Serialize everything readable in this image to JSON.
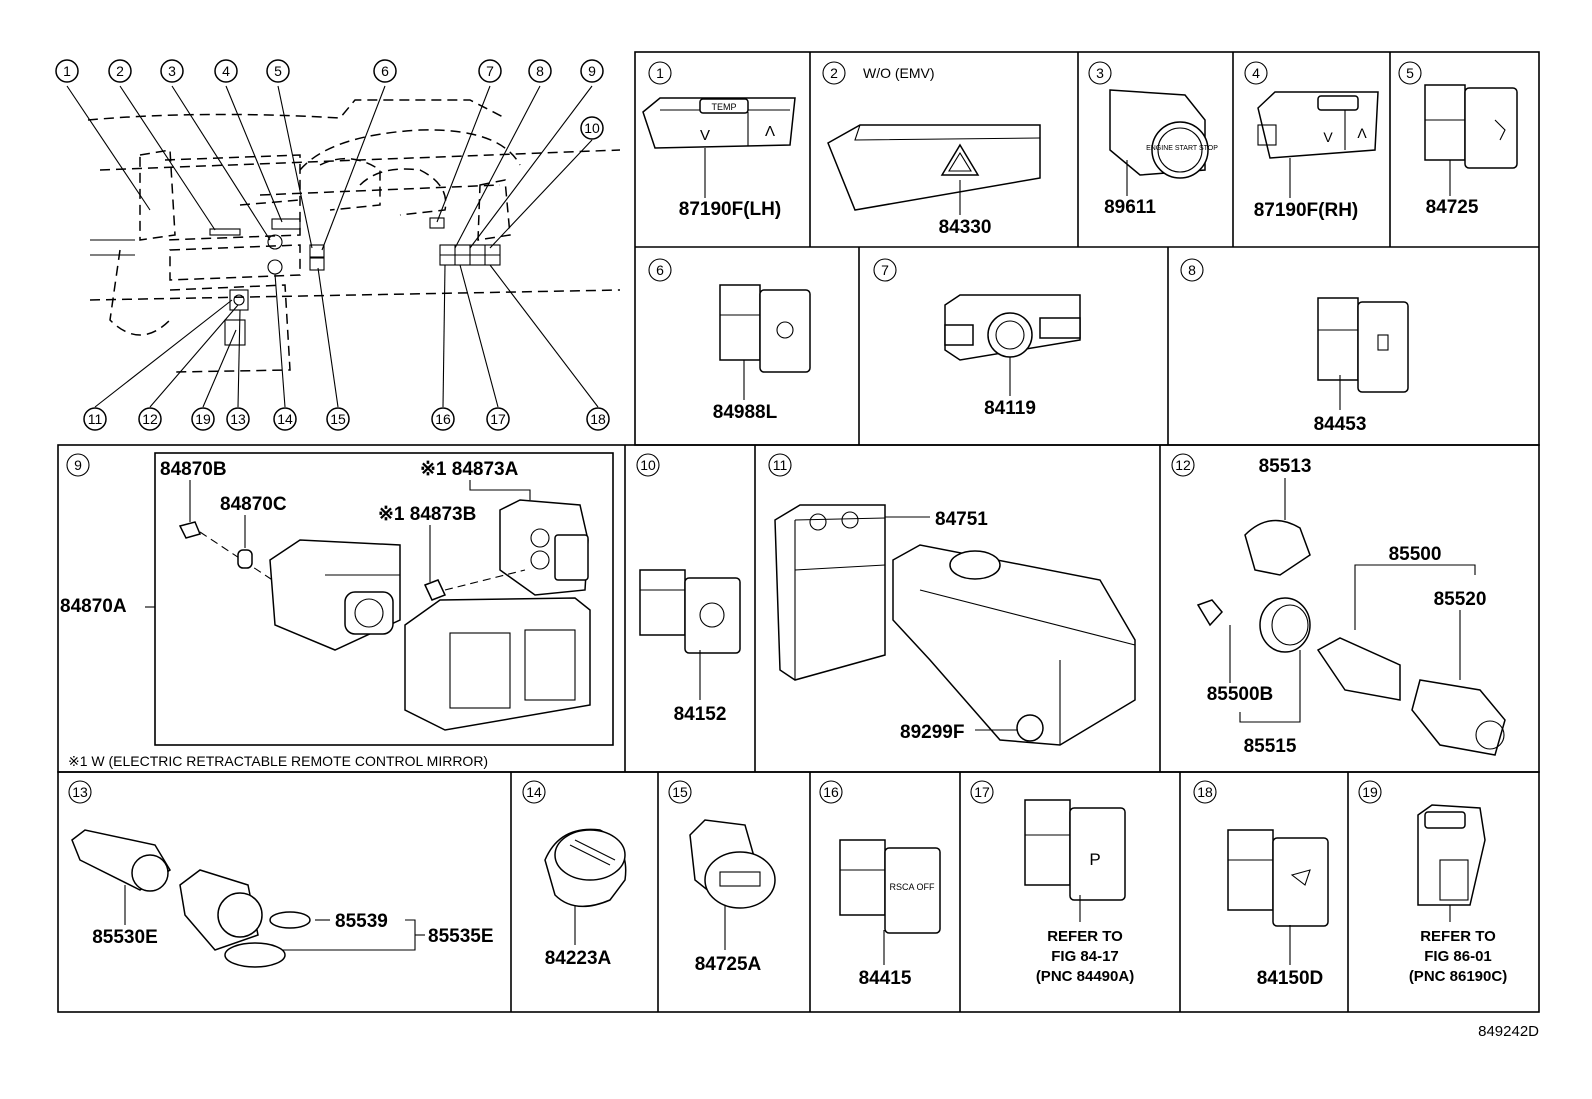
{
  "diagram_code": "849242D",
  "footnote": "※1 W (ELECTRIC RETRACTABLE REMOTE CONTROL MIRROR)",
  "overview_callouts": [
    "1",
    "2",
    "3",
    "4",
    "5",
    "6",
    "7",
    "8",
    "9",
    "10",
    "11",
    "12",
    "19",
    "13",
    "14",
    "15",
    "16",
    "17",
    "18"
  ],
  "cells": [
    {
      "num": "1",
      "parts": [
        "87190F(LH)"
      ]
    },
    {
      "num": "2",
      "note": "W/O (EMV)",
      "parts": [
        "84330"
      ]
    },
    {
      "num": "3",
      "parts": [
        "89611"
      ]
    },
    {
      "num": "4",
      "parts": [
        "87190F(RH)"
      ]
    },
    {
      "num": "5",
      "parts": [
        "84725"
      ]
    },
    {
      "num": "6",
      "parts": [
        "84988L"
      ]
    },
    {
      "num": "7",
      "parts": [
        "84119"
      ]
    },
    {
      "num": "8",
      "parts": [
        "84453"
      ]
    },
    {
      "num": "9",
      "parts": [
        "84870B",
        "84870C",
        "※1 84873A",
        "※1 84873B",
        "84870A"
      ]
    },
    {
      "num": "10",
      "parts": [
        "84152"
      ]
    },
    {
      "num": "11",
      "parts": [
        "84751",
        "89299F"
      ]
    },
    {
      "num": "12",
      "parts": [
        "85513",
        "85500",
        "85520",
        "85500B",
        "85515"
      ]
    },
    {
      "num": "13",
      "parts": [
        "85530E",
        "85539",
        "85535E"
      ]
    },
    {
      "num": "14",
      "parts": [
        "84223A"
      ]
    },
    {
      "num": "15",
      "parts": [
        "84725A"
      ]
    },
    {
      "num": "16",
      "parts": [
        "84415"
      ]
    },
    {
      "num": "17",
      "parts": [
        "REFER TO",
        "FIG 84-17",
        "(PNC 84490A)"
      ]
    },
    {
      "num": "18",
      "parts": [
        "84150D"
      ]
    },
    {
      "num": "19",
      "parts": [
        "REFER TO",
        "FIG 86-01",
        "(PNC 86190C)"
      ]
    }
  ],
  "switch_labels": {
    "temp": "TEMP",
    "down": "V",
    "up": "Λ",
    "engine_start": "ENGINE START STOP",
    "rsca": "RSCA OFF",
    "p": "P"
  }
}
